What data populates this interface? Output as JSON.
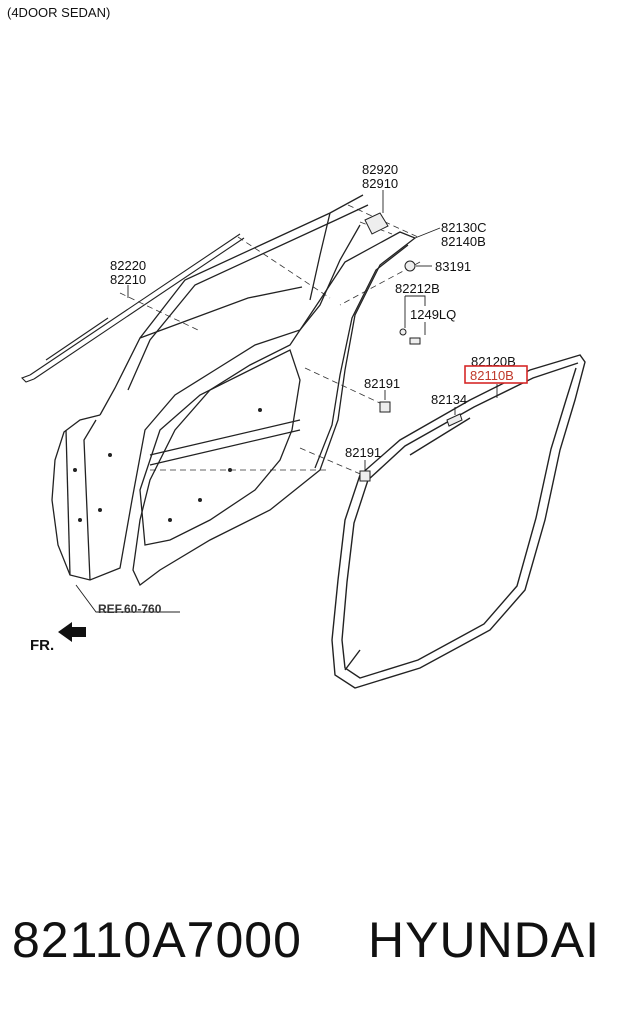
{
  "diagram": {
    "caption": "(4DOOR SEDAN)",
    "labels": {
      "l82920": "82920",
      "l82910": "82910",
      "l82130C": "82130C",
      "l82140B": "82140B",
      "l83191": "83191",
      "l82212B": "82212B",
      "l1249LQ": "1249LQ",
      "l82220": "82220",
      "l82210": "82210",
      "l82191a": "82191",
      "l82191b": "82191",
      "l82120B": "82120B",
      "l82110B": "82110B",
      "l82134": "82134",
      "ref": "REF.60-760",
      "fr": "FR."
    },
    "highlight_color": "#d62828"
  },
  "footer": {
    "part_number": "82110A7000",
    "brand": "HYUNDAI"
  }
}
